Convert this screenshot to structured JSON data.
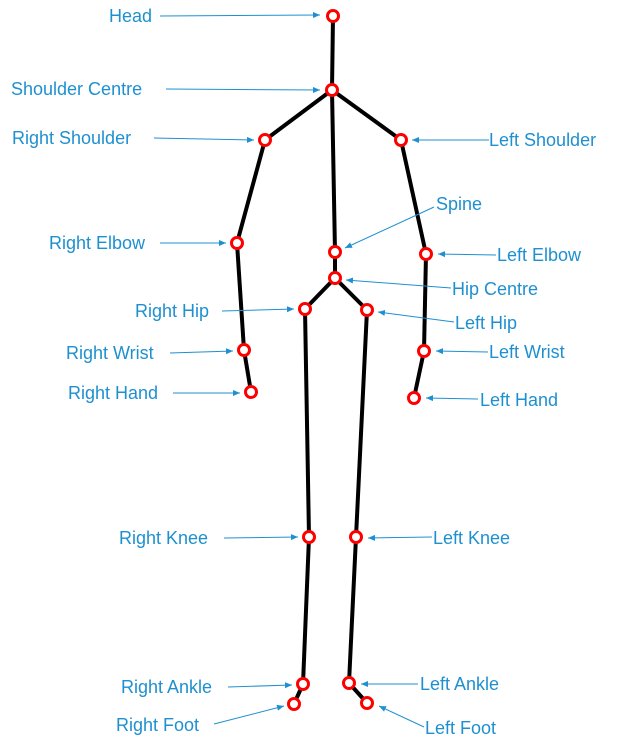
{
  "colors": {
    "bone": "#000000",
    "joint": "#ff0000",
    "label": "#1e90d0",
    "background": "#ffffff"
  },
  "joints": {
    "head": "Head",
    "shoulder_centre": "Shoulder Centre",
    "right_shoulder": "Right Shoulder",
    "left_shoulder": "Left Shoulder",
    "spine": "Spine",
    "right_elbow": "Right Elbow",
    "left_elbow": "Left Elbow",
    "hip_centre": "Hip Centre",
    "right_hip": "Right Hip",
    "left_hip": "Left Hip",
    "right_wrist": "Right Wrist",
    "left_wrist": "Left Wrist",
    "right_hand": "Right Hand",
    "left_hand": "Left Hand",
    "right_knee": "Right Knee",
    "left_knee": "Left Knee",
    "right_ankle": "Right Ankle",
    "left_ankle": "Left Ankle",
    "right_foot": "Right Foot",
    "left_foot": "Left Foot"
  }
}
